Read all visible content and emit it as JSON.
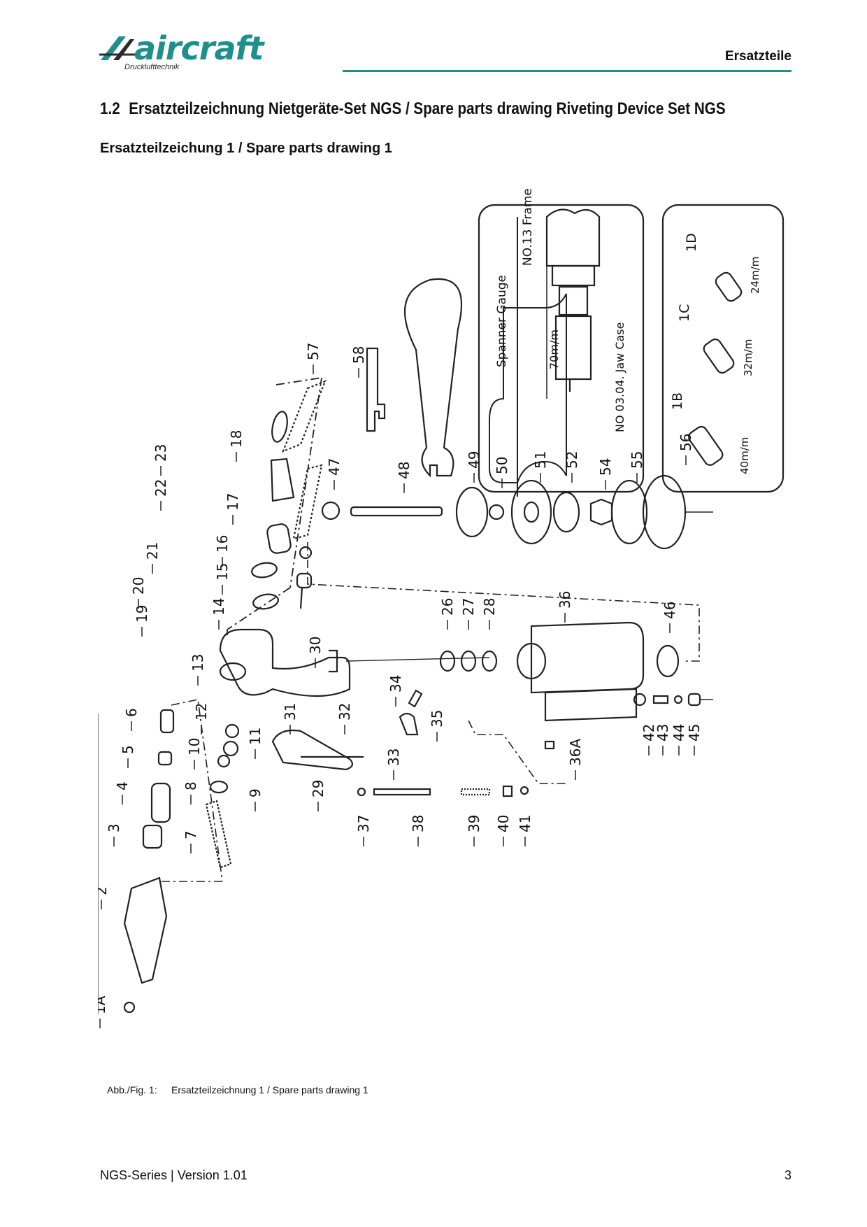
{
  "header": {
    "logo_text": "aircraft",
    "logo_subtitle": "Drucklufttechnik",
    "section_label": "Ersatzteile"
  },
  "heading": {
    "number": "1.2",
    "title": "Ersatzteilzeichnung Nietgeräte-Set NGS / Spare parts drawing Riveting Device Set NGS"
  },
  "subheading": "Ersatzteilzeichung 1 / Spare parts drawing 1",
  "drawing": {
    "part_numbers": [
      "1A",
      "2",
      "3",
      "4",
      "5",
      "6",
      "7",
      "8",
      "9",
      "10",
      "11",
      "12",
      "13",
      "14",
      "15",
      "16",
      "17",
      "18",
      "19",
      "20",
      "21",
      "22",
      "23",
      "26",
      "27",
      "28",
      "29",
      "30",
      "31",
      "32",
      "33",
      "34",
      "35",
      "36",
      "36A",
      "37",
      "38",
      "39",
      "40",
      "41",
      "42",
      "43",
      "44",
      "45",
      "46",
      "47",
      "48",
      "49",
      "50",
      "51",
      "52",
      "54",
      "55",
      "56",
      "57",
      "58"
    ],
    "inset_gauge": {
      "spanner_label": "Spanner Gauge",
      "frame_label": "NO.13 Frame",
      "dimension": "70m/m",
      "jaw_case_label": "NO 03.04. Jaw Case"
    },
    "inset_nozzles": {
      "labels": [
        "1B",
        "1C",
        "1D"
      ],
      "sizes": [
        "40m/m",
        "32m/m",
        "24m/m"
      ]
    }
  },
  "caption": {
    "label": "Abb./Fig. 1:",
    "text": "Ersatzteilzeichnung 1 / Spare parts drawing 1"
  },
  "footer": {
    "series": "NGS-Series | Version 1.01",
    "page": "3"
  }
}
